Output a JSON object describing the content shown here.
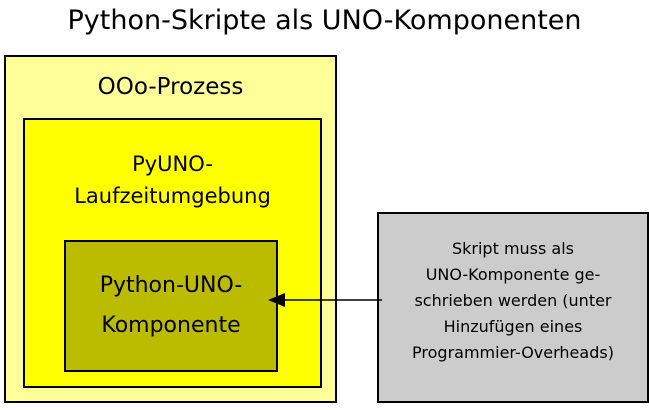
{
  "title": "Python-Skripte als UNO-Komponenten",
  "boxes": {
    "outer_process": {
      "label": "OOo-Prozess",
      "fill": "#FFFF99",
      "stroke": "#000000"
    },
    "runtime": {
      "line1": "PyUNO-",
      "line2": "Laufzeitumgebung",
      "fill": "#FFFF00",
      "stroke": "#000000"
    },
    "component": {
      "line1": "Python-UNO-",
      "line2": "Komponente",
      "fill": "#BBBB00",
      "stroke": "#000000"
    },
    "annotation": {
      "line1": "Skript muss als",
      "line2": "UNO-Komponente ge-",
      "line3": "schrieben werden (unter",
      "line4": "Hinzufügen eines",
      "line5": "Programmier-Overheads)",
      "fill": "#CCCCCC",
      "stroke": "#000000"
    }
  },
  "connector": {
    "icon": "arrow-left-icon",
    "direction": "left",
    "color": "#000000"
  },
  "canvas": {
    "background": "#FFFFFF",
    "text_color": "#000000"
  }
}
